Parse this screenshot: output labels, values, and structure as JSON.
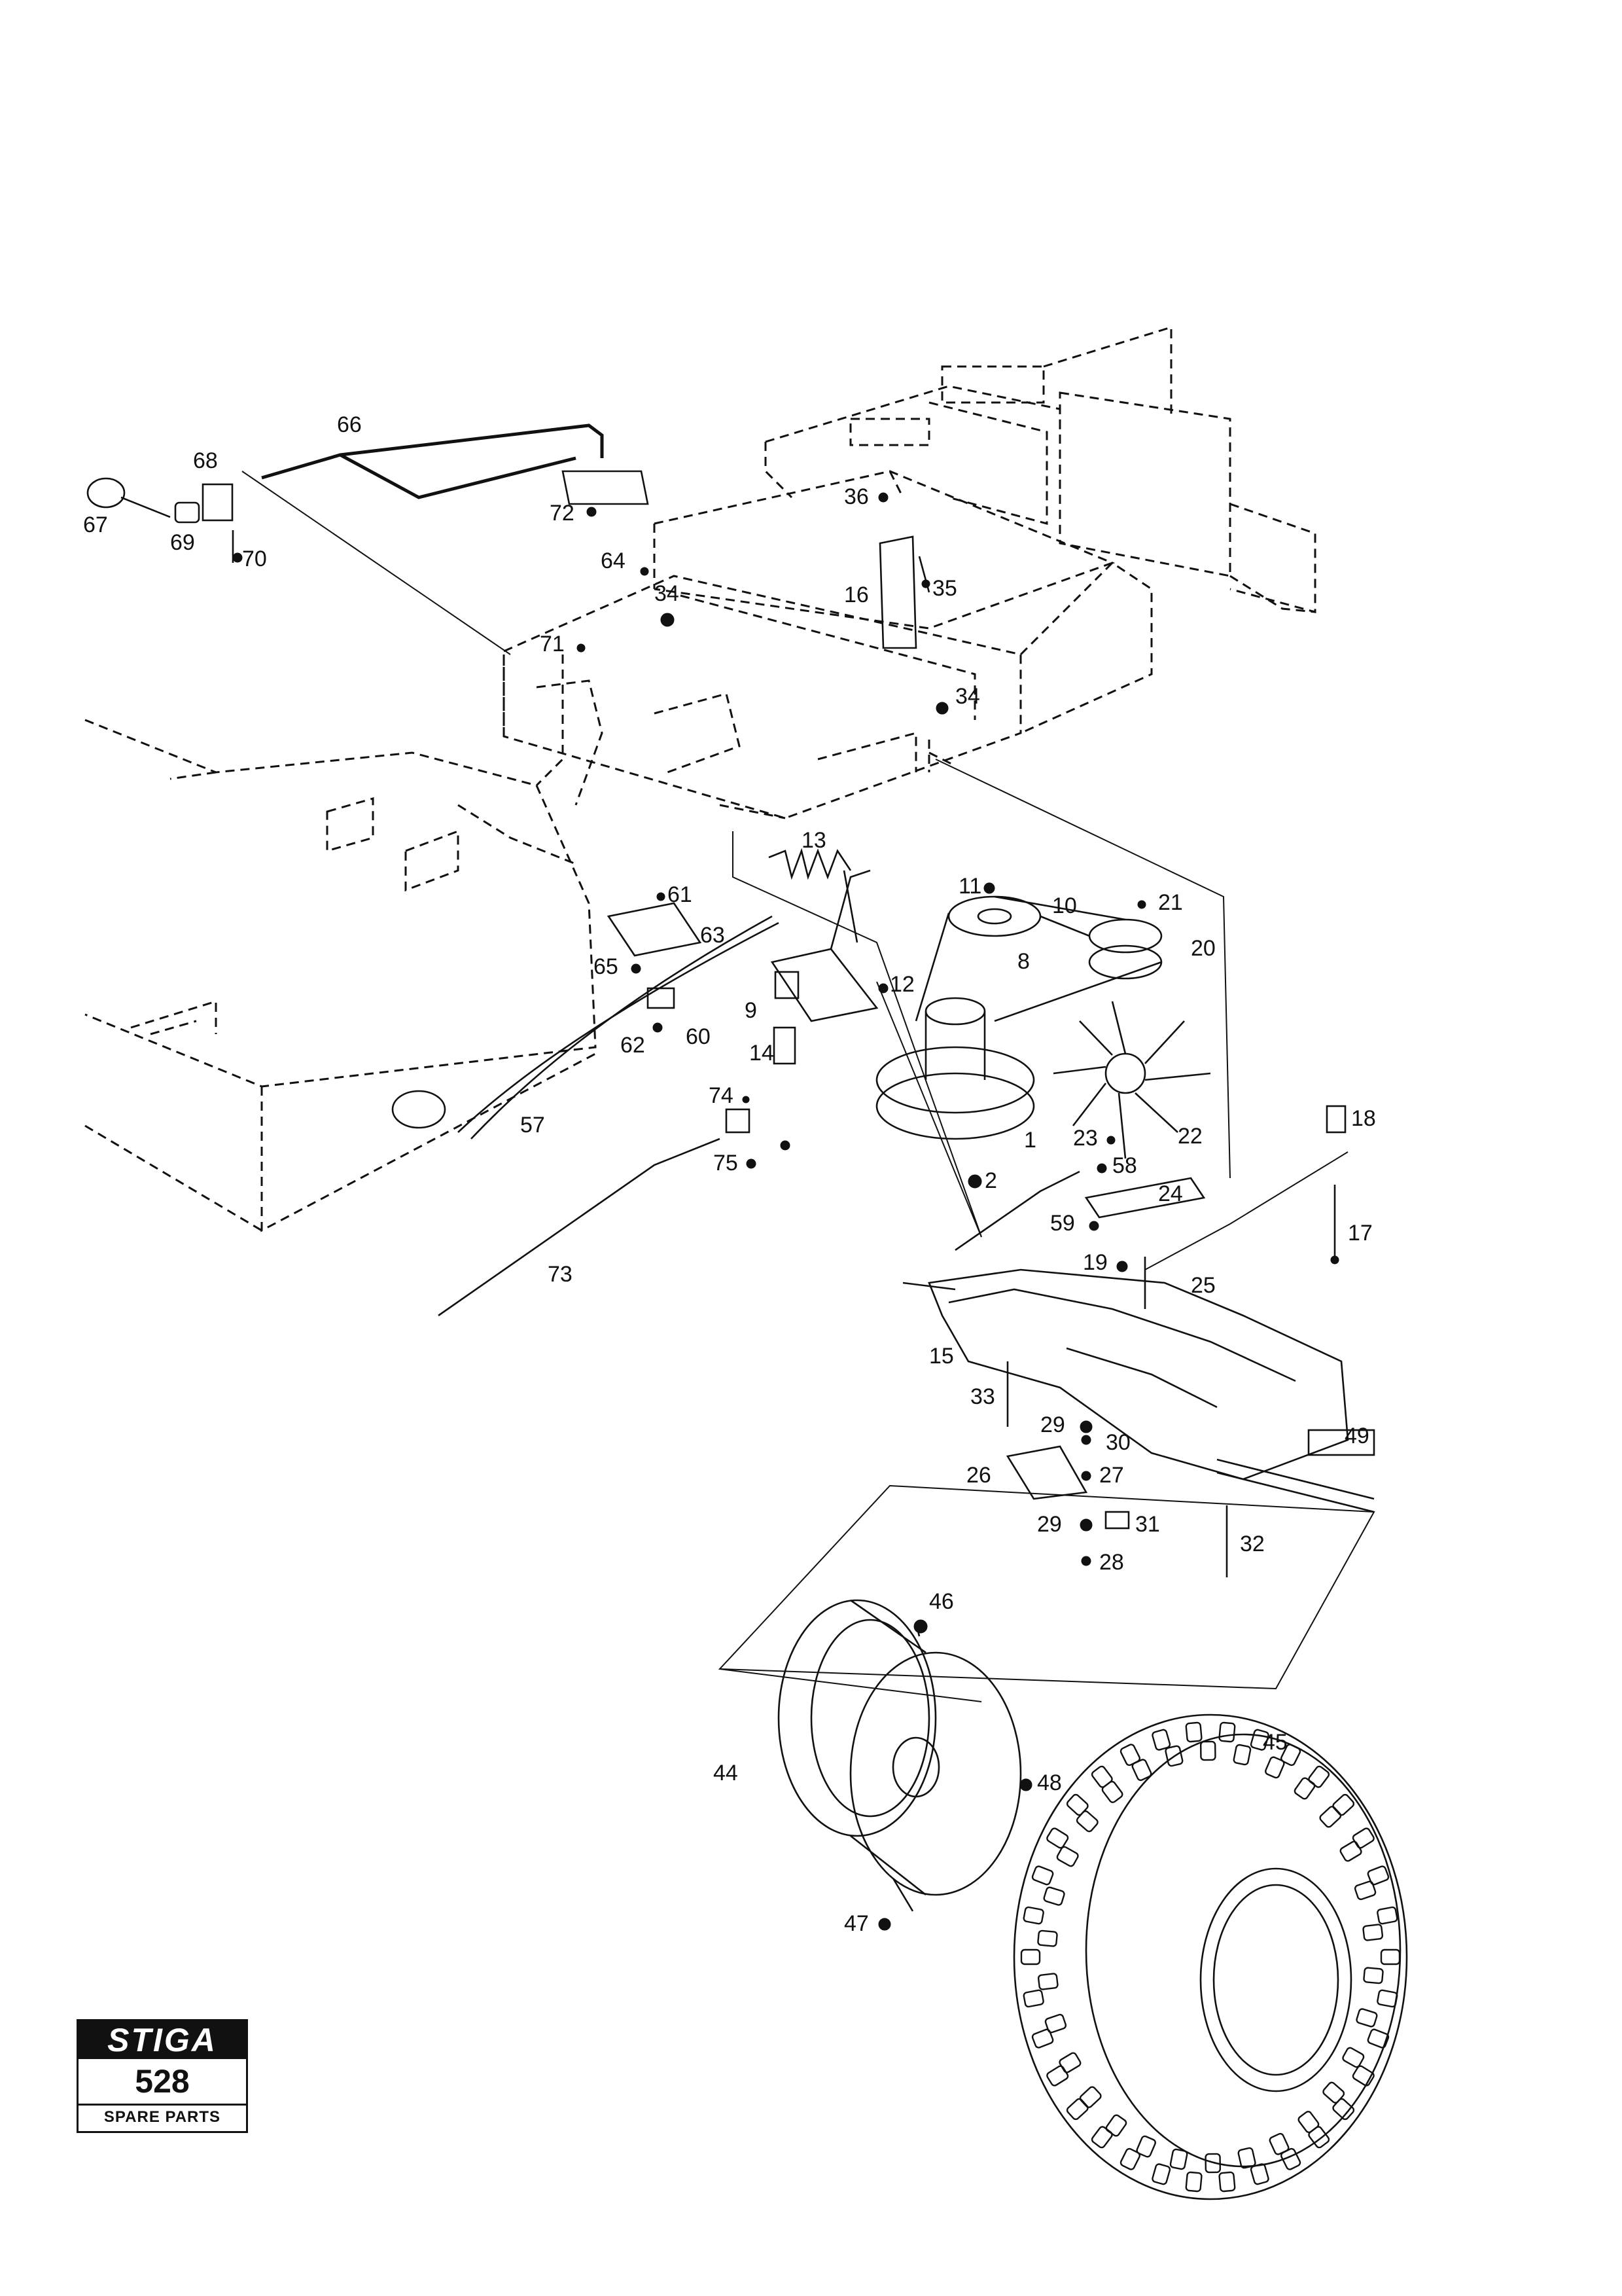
{
  "brand": {
    "logo": "STIGA",
    "model": "528",
    "caption": "SPARE PARTS"
  },
  "callouts": [
    "1",
    "2",
    "8",
    "9",
    "10",
    "11",
    "12",
    "13",
    "14",
    "15",
    "16",
    "17",
    "18",
    "19",
    "20",
    "21",
    "22",
    "23",
    "24",
    "25",
    "26",
    "27",
    "28",
    "29",
    "29",
    "30",
    "31",
    "32",
    "33",
    "34",
    "34",
    "35",
    "36",
    "44",
    "45",
    "46",
    "47",
    "48",
    "49",
    "57",
    "58",
    "59",
    "60",
    "61",
    "62",
    "63",
    "64",
    "65",
    "66",
    "67",
    "68",
    "69",
    "70",
    "71",
    "72",
    "73",
    "74",
    "75"
  ]
}
